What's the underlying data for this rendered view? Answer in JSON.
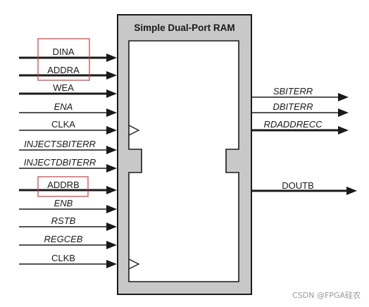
{
  "diagram": {
    "title": "Simple Dual-Port RAM",
    "colors": {
      "outer_fill": "#c8c8c8",
      "inner_fill": "#ffffff",
      "line": "#1a1a1a",
      "highlight_box": "#d0393e",
      "watermark": "#9a9a9a"
    },
    "inputs": [
      {
        "id": "dina",
        "label": "DINA",
        "italic": false,
        "bus": true
      },
      {
        "id": "addra",
        "label": "ADDRA",
        "italic": false,
        "bus": true
      },
      {
        "id": "wea",
        "label": "WEA",
        "italic": false,
        "bus": true
      },
      {
        "id": "ena",
        "label": "ENA",
        "italic": true,
        "bus": false
      },
      {
        "id": "clka",
        "label": "CLKA",
        "italic": false,
        "bus": false,
        "clock": true
      },
      {
        "id": "injectsbiterr",
        "label": "INJECTSBITERR",
        "italic": true,
        "bus": false
      },
      {
        "id": "injectdbiterr",
        "label": "INJECTDBITERR",
        "italic": true,
        "bus": false
      },
      {
        "id": "addrb",
        "label": "ADDRB",
        "italic": false,
        "bus": true
      },
      {
        "id": "enb",
        "label": "ENB",
        "italic": true,
        "bus": false
      },
      {
        "id": "rstb",
        "label": "RSTB",
        "italic": true,
        "bus": false
      },
      {
        "id": "regceb",
        "label": "REGCEB",
        "italic": true,
        "bus": false
      },
      {
        "id": "clkb",
        "label": "CLKB",
        "italic": false,
        "bus": false,
        "clock": true
      }
    ],
    "outputs": [
      {
        "id": "sbiterr",
        "label": "SBITERR",
        "italic": true,
        "bus": false
      },
      {
        "id": "dbiterr",
        "label": "DBITERR",
        "italic": true,
        "bus": false
      },
      {
        "id": "rdaddrecc",
        "label": "RDADDRECC",
        "italic": true,
        "bus": true
      },
      {
        "id": "doutb",
        "label": "DOUTB",
        "italic": false,
        "bus": true
      }
    ],
    "highlighted": [
      "dina",
      "addra",
      "addrb"
    ]
  },
  "watermark": "CSDN @FPGA硅农"
}
